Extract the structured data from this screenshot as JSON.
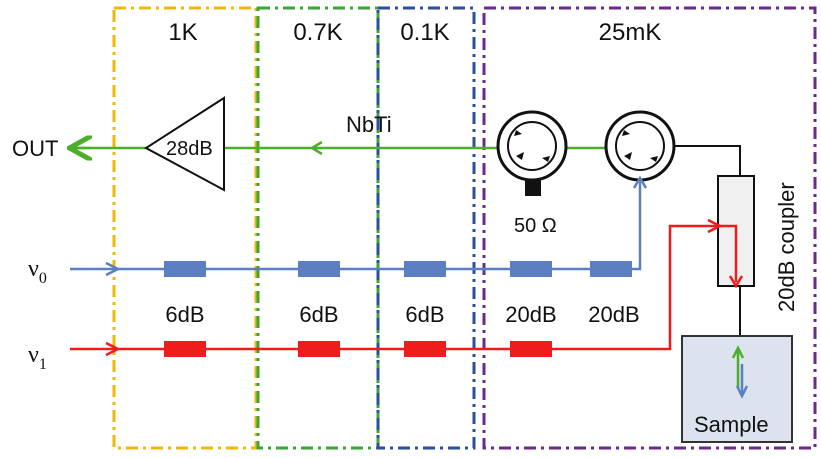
{
  "stages": [
    {
      "label": "1K",
      "color": "#F2B705"
    },
    {
      "label": "0.7K",
      "color": "#3AA635"
    },
    {
      "label": "0.1K",
      "color": "#2B4E9E"
    },
    {
      "label": "25mK",
      "color": "#6A2A8C"
    }
  ],
  "output": {
    "label": "OUT",
    "amplifier_gain": "28dB",
    "line_material": "NbTi",
    "color": "#4CAF2A"
  },
  "termination": "50 Ω",
  "inputs": {
    "nu0": {
      "symbol": "ν",
      "subscript": "0",
      "color": "#5B7FC0",
      "attenuators": []
    },
    "nu1": {
      "symbol": "ν",
      "subscript": "1",
      "color": "#EE1C1C",
      "attenuators": []
    }
  },
  "attenuator_values": [
    "6dB",
    "6dB",
    "6dB",
    "20dB",
    "20dB"
  ],
  "coupler_label": "20dB coupler",
  "sample_label": "Sample",
  "colors": {
    "attenuator_blue": "#5B7FC0",
    "attenuator_red": "#EE1C1C",
    "sample_fill": "#DCE2EE"
  }
}
